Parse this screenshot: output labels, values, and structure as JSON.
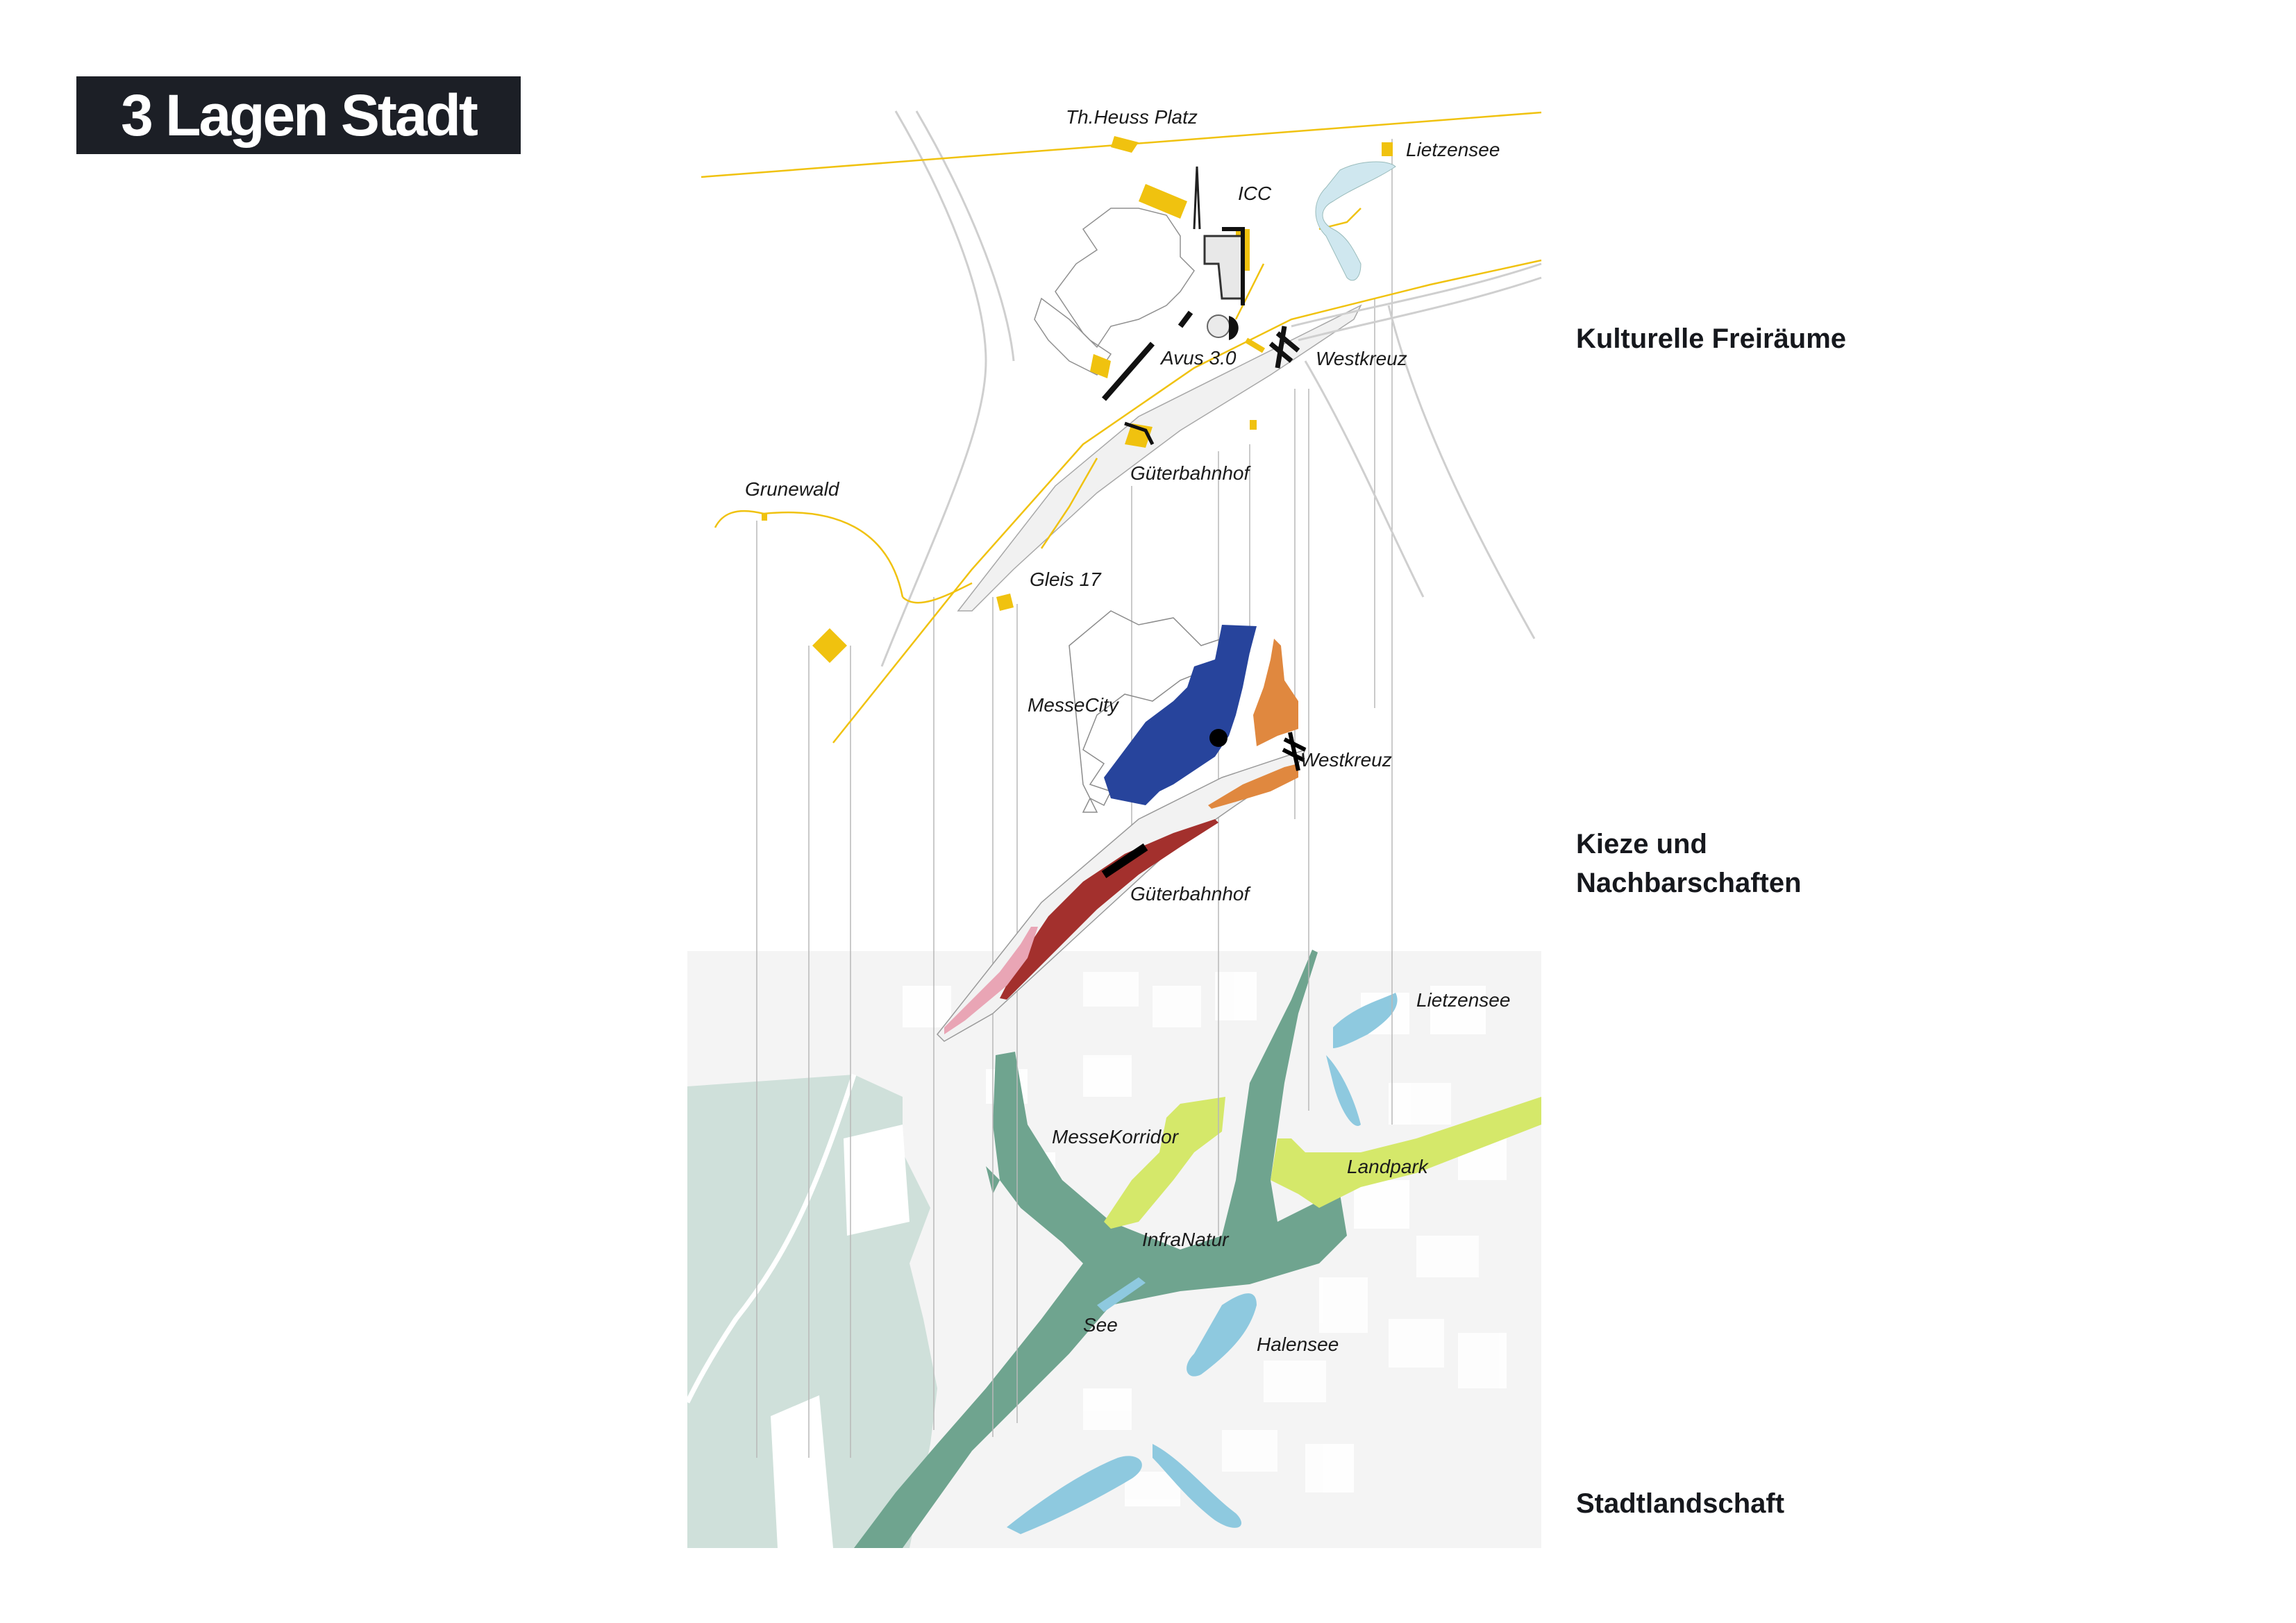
{
  "title": "3 Lagen Stadt",
  "layers": {
    "top": "Kulturelle Freiräume",
    "middle_line1": "Kieze und",
    "middle_line2": "Nachbarschaften",
    "bottom": "Stadtlandschaft"
  },
  "places_top": {
    "heuss": "Th.Heuss Platz",
    "lietzensee": "Lietzensee",
    "icc": "ICC",
    "avus": "Avus 3.0",
    "westkreuz": "Westkreuz",
    "gueterbahnhof": "Güterbahnhof",
    "grunewald": "Grunewald",
    "gleis": "Gleis 17"
  },
  "places_middle": {
    "messecity": "MesseCity",
    "westkreuz": "Westkreuz",
    "gueterbahnhof": "Güterbahnhof"
  },
  "places_bottom": {
    "lietzensee": "Lietzensee",
    "messekorridor": "MesseKorridor",
    "landpark": "Landpark",
    "infranatur": "InfraNatur",
    "see": "See",
    "halensee": "Halensee"
  },
  "colors": {
    "title_bg": "#1c1f26",
    "culture_yellow": "#f0c20f",
    "messecity_blue": "#27449c",
    "westkreuz_orange": "#e0883f",
    "gueterbahnhof_red": "#a3302d",
    "gleis_pink": "#e9a5b5",
    "forest": "#cfe0da",
    "infranatur": "#6fa48f",
    "park_lime": "#d5e86a",
    "water": "#8ec9df"
  }
}
